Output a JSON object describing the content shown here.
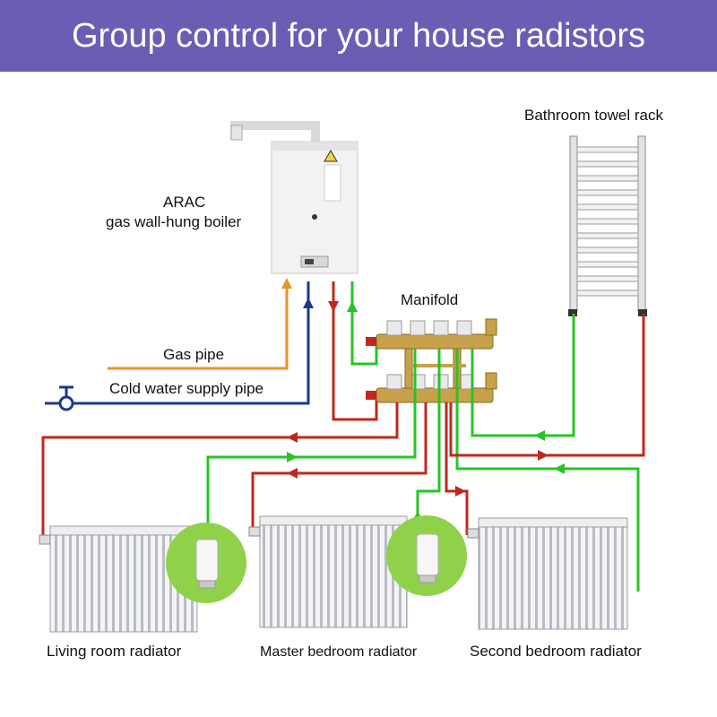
{
  "title": "Group control for your house radistors",
  "labels": {
    "towel_rack": "Bathroom towel rack",
    "boiler_line1": "ARAC",
    "boiler_line2": "gas wall-hung boiler",
    "manifold": "Manifold",
    "gas_pipe": "Gas pipe",
    "cold_water": "Cold water supply pipe",
    "living_room": "Living room radiator",
    "master_bedroom": "Master bedroom radiator",
    "second_bedroom": "Second bedroom radiator"
  },
  "colors": {
    "banner": "#6a5db3",
    "supply_hot": "#c0281c",
    "return": "#27c427",
    "gas": "#e49528",
    "cold_water": "#1d3a8a",
    "brass": "#c7a24a",
    "thermostat_bubble": "#8fd24a"
  }
}
